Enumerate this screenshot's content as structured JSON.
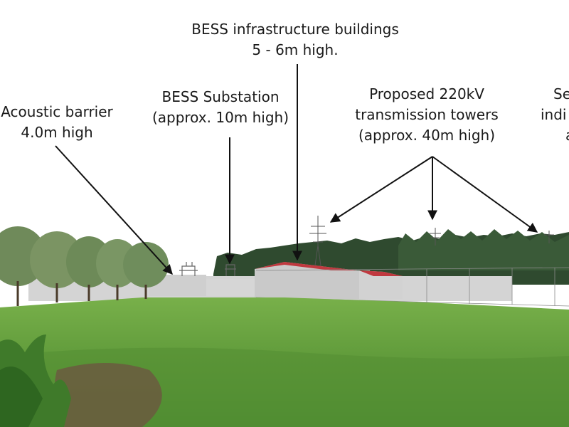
{
  "labels": {
    "bess_buildings": {
      "line1": "BESS infrastructure buildings",
      "line2": "5 - 6m high."
    },
    "substation": {
      "line1": "BESS Substation",
      "line2": "(approx. 10m high)"
    },
    "acoustic_barrier": {
      "line1": "Acoustic barrier",
      "line2": "4.0m high"
    },
    "towers": {
      "line1": "Proposed 220kV",
      "line2": "transmission towers",
      "line3": "(approx. 40m high)"
    },
    "cutoff": {
      "line1": "Se",
      "line2": "indi",
      "line3": "a"
    }
  },
  "colors": {
    "sky": "#ffffff",
    "grass": "#5f9a3a",
    "roof": "#c0393f",
    "wall": "#d8d8d8",
    "trees": "#2f4a2f",
    "arrow": "#111111"
  }
}
